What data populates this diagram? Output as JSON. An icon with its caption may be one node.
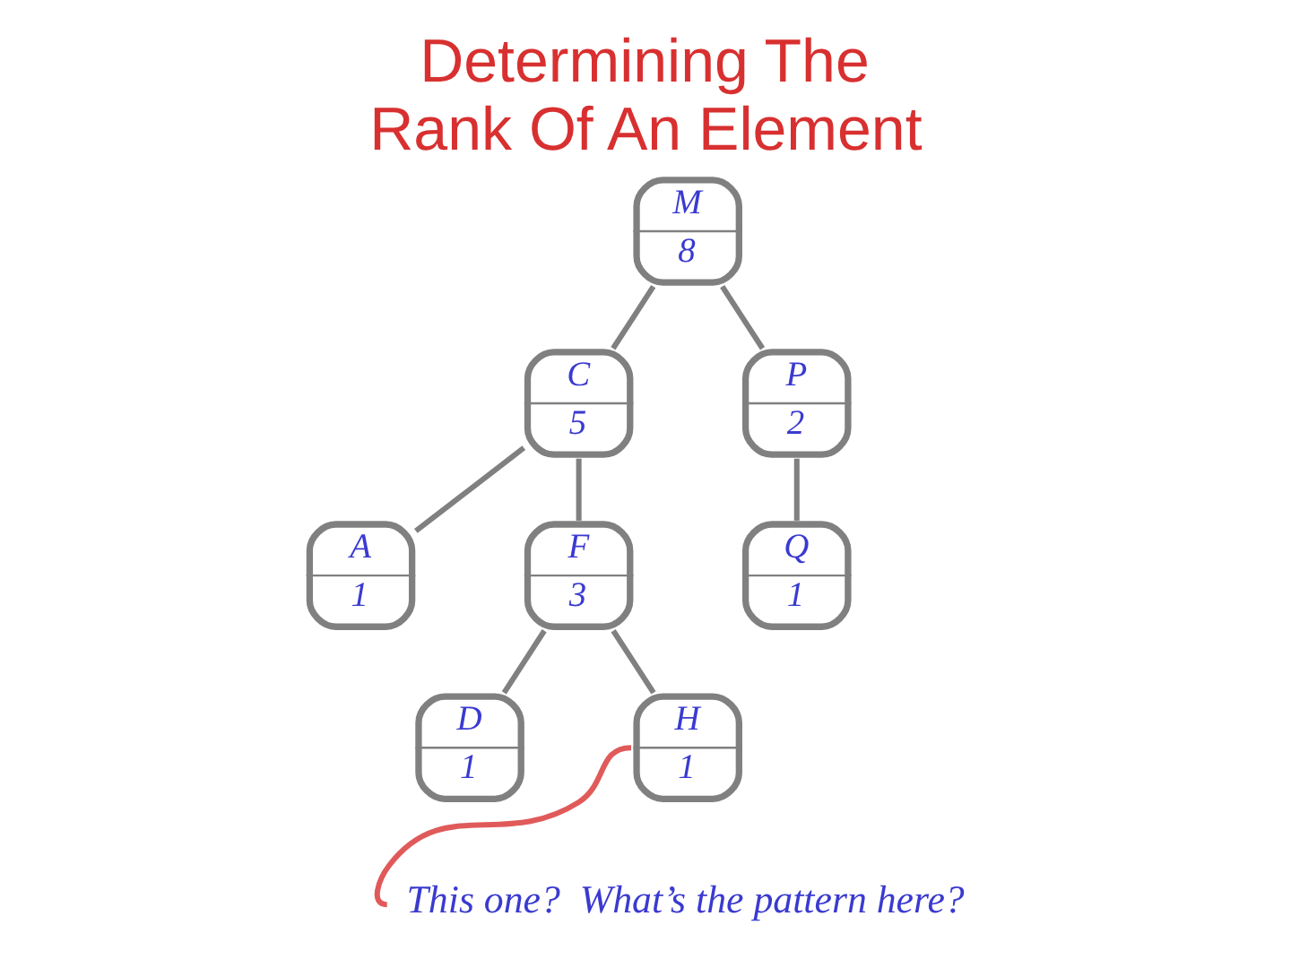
{
  "diagram": {
    "title": "Determining The Rank Of An Element",
    "nodes": [
      {
        "text": [
          "M",
          "8"
        ]
      },
      {
        "text": [
          "C",
          "5"
        ]
      },
      {
        "text": [
          "P",
          "2"
        ]
      },
      {
        "text": [
          "A",
          "1"
        ]
      },
      {
        "text": [
          "F",
          "3"
        ]
      },
      {
        "text": [
          "Q",
          "1"
        ]
      },
      {
        "text": [
          "D",
          "1"
        ]
      },
      {
        "text": [
          "H",
          "1"
        ]
      },
      {
        "text": [
          "This one?  What’s the pattern here?"
        ]
      }
    ],
    "edges": [
      {
        "from": 0,
        "to": 1,
        "arrow": "none"
      },
      {
        "from": 0,
        "to": 2,
        "arrow": "none"
      },
      {
        "from": 1,
        "to": 3,
        "arrow": "none"
      },
      {
        "from": 1,
        "to": 4,
        "arrow": "none"
      },
      {
        "from": 2,
        "to": 5,
        "arrow": "none"
      },
      {
        "from": 4,
        "to": 6,
        "arrow": "none"
      },
      {
        "from": 4,
        "to": 7,
        "arrow": "none"
      },
      {
        "from": 8,
        "to": 7,
        "arrow": "none",
        "color": "#e05a5a"
      }
    ]
  }
}
